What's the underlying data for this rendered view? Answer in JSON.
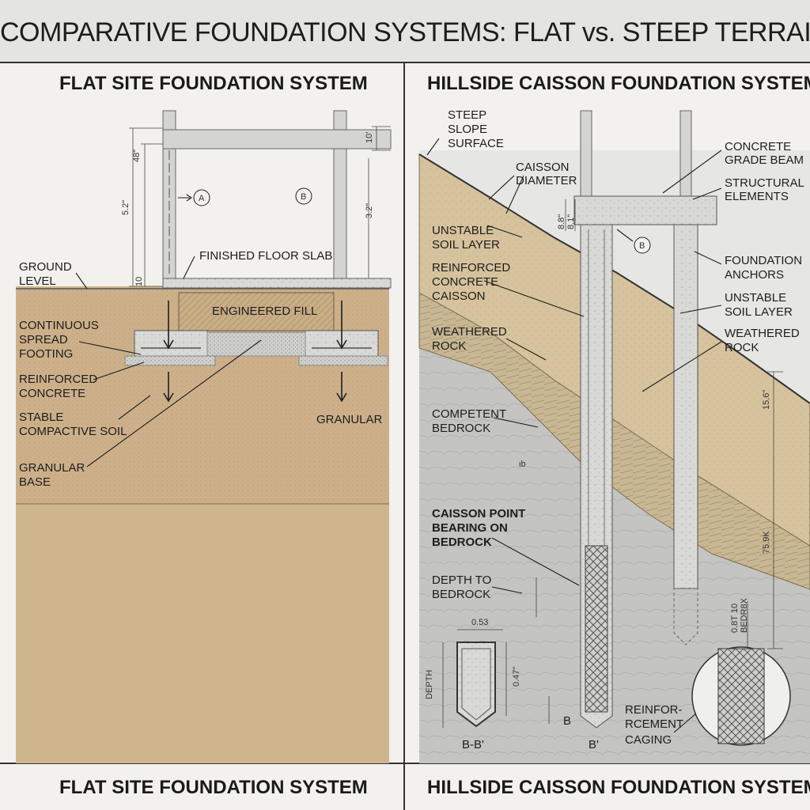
{
  "title": "COMPARATIVE FOUNDATION SYSTEMS: FLAT vs. STEEP TERRAIN",
  "left_panel": {
    "title": "FLAT SITE FOUNDATION SYSTEM",
    "bottom_title": "FLAT SITE FOUNDATION SYSTEM",
    "labels": {
      "ground_1": "GROUND",
      "ground_2": "LEVEL",
      "floor_slab": "FINISHED FLOOR SLAB",
      "fill": "ENGINEERED FILL",
      "footing_1": "CONTINUOUS",
      "footing_2": "SPREAD",
      "footing_3": "FOOTING",
      "rc_1": "REINFORCED",
      "rc_2": "CONCRETE",
      "soil_1": "STABLE",
      "soil_2": "COMPACTIVE SOIL",
      "granular": "GRANULAR",
      "base_1": "GRANULAR",
      "base_2": "BASE",
      "mark_a": "A",
      "mark_b": "B"
    },
    "dimensions": {
      "d1": "48\"",
      "d2": "5.2\"",
      "d3": "10",
      "d4": "10'",
      "d5": "3.2\""
    }
  },
  "right_panel": {
    "title": "HILLSIDE CAISSON FOUNDATION SYSTEM",
    "bottom_title": "HILLSIDE CAISSON FOUNDATION SYSTEM",
    "labels": {
      "slope_1": "STEEP",
      "slope_2": "SLOPE",
      "slope_3": "SURFACE",
      "diameter_1": "CAISSON",
      "diameter_2": "DIAMETER",
      "beam_1": "CONCRETE",
      "beam_2": "GRADE BEAM",
      "struct_1": "STRUCTURAL",
      "struct_2": "ELEMENTS",
      "unstable_l1": "UNSTABLE",
      "unstable_l2": "SOIL LAYER",
      "caisson_1": "REINFORCED",
      "caisson_2": "CONCRETE",
      "caisson_3": "CAISSON",
      "anchors_1": "FOUNDATION",
      "anchors_2": "ANCHORS",
      "unstable_r1": "UNSTABLE",
      "unstable_r2": "SOIL LAYER",
      "weathered_l1": "WEATHERED",
      "weathered_l2": "ROCK",
      "weathered_r1": "WEATHERED",
      "weathered_r2": "ROCK",
      "bedrock_1": "COMPETENT",
      "bedrock_2": "BEDROCK",
      "point_1": "CAISSON POINT",
      "point_2": "BEARING ON",
      "point_3": "BEDROCK",
      "depth_1": "DEPTH TO",
      "depth_2": "BEDROCK",
      "cage_1": "REINFOR-",
      "cage_2": "RCEMENT",
      "cage_3": "CAGING",
      "section": "B-B'",
      "mark_b": "B",
      "mark_b_bottom": "B",
      "mark_b_prime": "B'",
      "mark_misc": "ιb"
    },
    "dimensions": {
      "r1": "8.8\"",
      "r2": "8.1\"",
      "r3": "15.6\"",
      "r4": "75.9K",
      "r5": "0.8T 10",
      "r6": "BEDR8X",
      "s1": "0.53",
      "s2": "0.47\"",
      "s3": "DEPTH"
    }
  }
}
